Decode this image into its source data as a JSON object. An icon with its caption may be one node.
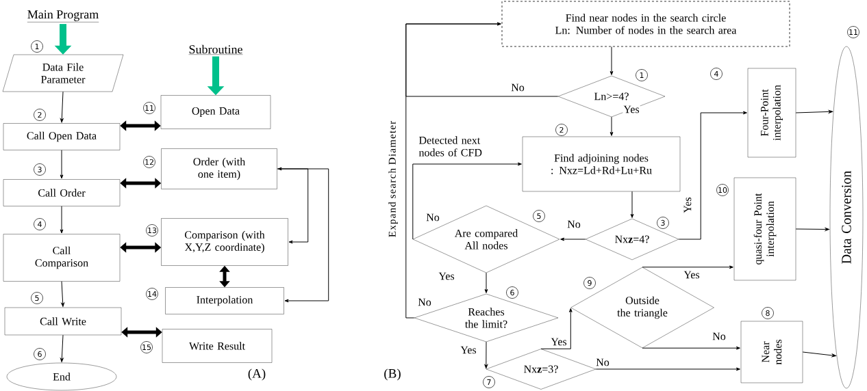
{
  "diagram": {
    "nodes": [
      {
        "text": [
          "Main Program"
        ]
      },
      {
        "text": [
          "Data File Parameter"
        ],
        "beside": [
          "1"
        ]
      },
      {
        "text": [
          "Call Open Data"
        ],
        "beside": [
          "2"
        ]
      },
      {
        "text": [
          "Call Order"
        ],
        "beside": [
          "3"
        ]
      },
      {
        "text": [
          "Call Comparison"
        ],
        "beside": [
          "4"
        ]
      },
      {
        "text": [
          "Call Write"
        ],
        "beside": [
          "5"
        ]
      },
      {
        "text": [
          "End"
        ],
        "beside": [
          "6"
        ]
      },
      {
        "text": [
          "Subroutine"
        ]
      },
      {
        "text": [
          "Open Data"
        ],
        "beside": [
          "11"
        ]
      },
      {
        "text": [
          "Order (with one item)"
        ],
        "beside": [
          "12"
        ]
      },
      {
        "text": [
          "Comparison (with X,Y,Z coordinate)"
        ],
        "beside": [
          "13"
        ]
      },
      {
        "text": [
          "Interpolation"
        ],
        "beside": [
          "14"
        ]
      },
      {
        "text": [
          "Write Result"
        ],
        "beside": [
          "15"
        ]
      },
      {
        "text": [
          "Find near nodes in the search circle",
          "Ln: Number of nodes in the search area"
        ]
      },
      {
        "text": [
          "Ln>=4?"
        ],
        "beside": [
          "1"
        ]
      },
      {
        "text": [
          "Find adjoining nodes : Nxz=Ld+Rd+Lu+Ru"
        ],
        "beside": [
          "2"
        ]
      },
      {
        "text": [
          "Nx**z**=4?"
        ],
        "beside": [
          "3"
        ]
      },
      {
        "text": [
          "Are compared All nodes"
        ],
        "beside": [
          "5"
        ]
      },
      {
        "text": [
          "Reaches the limit?"
        ],
        "beside": [
          "6"
        ]
      },
      {
        "text": [
          "Nx**z**=3?"
        ],
        "beside": [
          "7"
        ]
      },
      {
        "text": [
          "Outside the triangle"
        ],
        "beside": [
          "9"
        ]
      },
      {
        "text": [
          "Four-Point interpolation"
        ],
        "beside": [
          "4"
        ]
      },
      {
        "text": [
          "quasi-four Point interpolation"
        ],
        "beside": [
          "10"
        ]
      },
      {
        "text": [
          "Near nodes"
        ],
        "beside": [
          "8"
        ]
      },
      {
        "text": [
          "Data Conversion"
        ],
        "beside": [
          "11"
        ]
      }
    ],
    "edges": [
      {
        "from": 0,
        "to": 1,
        "arrow": "to",
        "style": "thick",
        "color": "#00c08b"
      },
      {
        "from": 1,
        "to": 2,
        "arrow": "to"
      },
      {
        "from": 2,
        "to": 3,
        "arrow": "to"
      },
      {
        "from": 3,
        "to": 4,
        "arrow": "to"
      },
      {
        "from": 4,
        "to": 5,
        "arrow": "to"
      },
      {
        "from": 5,
        "to": 6,
        "arrow": "to"
      },
      {
        "from": 7,
        "to": 8,
        "arrow": "to",
        "style": "thick",
        "color": "#00c08b"
      },
      {
        "from": 2,
        "to": 8,
        "arrow": "both",
        "style": "thick"
      },
      {
        "from": 3,
        "to": 9,
        "arrow": "both",
        "style": "thick"
      },
      {
        "from": 4,
        "to": 10,
        "arrow": "both",
        "style": "thick"
      },
      {
        "from": 5,
        "to": 12,
        "arrow": "both",
        "style": "thick"
      },
      {
        "from": 10,
        "to": 11,
        "arrow": "both",
        "style": "thick"
      },
      {
        "from": 11,
        "to": 9,
        "arrow": "both"
      },
      {
        "from": 9,
        "to": 10,
        "arrow": "to"
      },
      {
        "from": 13,
        "to": 14,
        "arrow": "to"
      },
      {
        "from": 14,
        "to": 13,
        "arrow": "to",
        "label": "No"
      },
      {
        "from": 14,
        "to": 15,
        "arrow": "to",
        "label": "Yes"
      },
      {
        "from": 15,
        "to": 16,
        "arrow": "to"
      },
      {
        "from": 16,
        "to": 21,
        "arrow": "to",
        "label": "Yes"
      },
      {
        "from": 16,
        "to": 17,
        "arrow": "to",
        "label": "No"
      },
      {
        "from": 17,
        "to": 15,
        "arrow": "to",
        "label": "No"
      },
      {
        "from": 17,
        "to": 18,
        "arrow": "to",
        "label": "Yes"
      },
      {
        "from": 18,
        "to": 13,
        "arrow": "to",
        "label": "No"
      },
      {
        "from": 18,
        "to": 19,
        "arrow": "to",
        "label": "Yes"
      },
      {
        "from": 19,
        "to": 20,
        "arrow": "to",
        "label": "Yes"
      },
      {
        "from": 19,
        "to": 23,
        "arrow": "to",
        "label": "No"
      },
      {
        "from": 20,
        "to": 22,
        "arrow": "to",
        "label": "Yes"
      },
      {
        "from": 20,
        "to": 23,
        "arrow": "to",
        "label": "No"
      },
      {
        "from": 21,
        "to": 24,
        "arrow": "to"
      },
      {
        "from": 22,
        "to": 24,
        "arrow": "to"
      },
      {
        "from": 23,
        "to": 24,
        "arrow": "to"
      }
    ],
    "labels": [
      "Detected next nodes of CFD",
      "Expand search Diameter",
      "(A)",
      "(B)"
    ]
  }
}
